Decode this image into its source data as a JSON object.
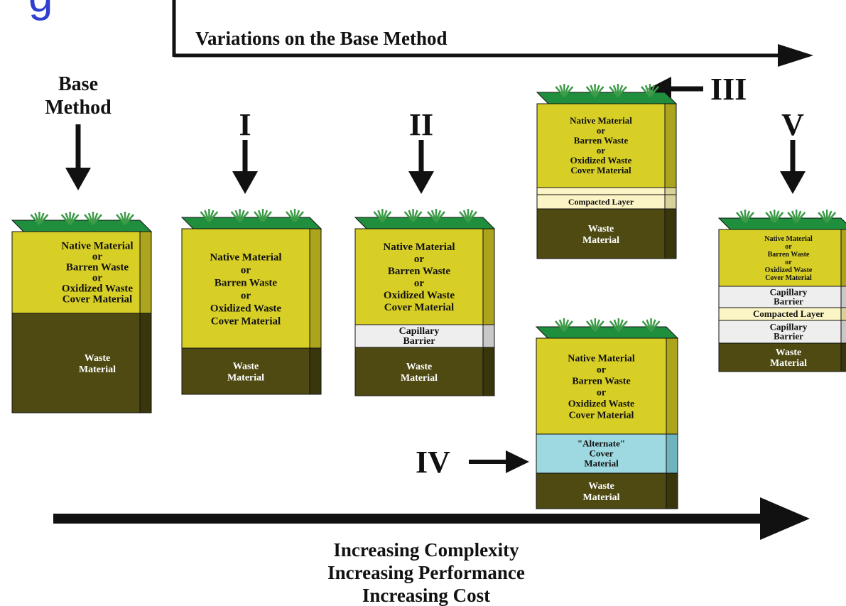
{
  "header": {
    "corner_glyph": "g",
    "variations_label": "Variations on the Base Method"
  },
  "columns": {
    "base": {
      "label_lines": [
        "Base",
        "Method"
      ],
      "layers": [
        {
          "lines": [
            "Native Material",
            "or",
            "Barren Waste",
            "or",
            "Oxidized Waste",
            "Cover Material"
          ]
        },
        {
          "lines": [
            "Waste",
            "Material"
          ]
        }
      ]
    },
    "i": {
      "label": "I",
      "layers": [
        {
          "lines": [
            "Native Material",
            "or",
            "Barren Waste",
            "or",
            "Oxidized Waste",
            "Cover Material"
          ]
        },
        {
          "lines": [
            "Waste",
            "Material"
          ]
        }
      ]
    },
    "ii": {
      "label": "II",
      "layers": [
        {
          "lines": [
            "Native Material",
            "or",
            "Barren Waste",
            "or",
            "Oxidized Waste",
            "Cover Material"
          ]
        },
        {
          "lines": [
            "Capillary",
            "Barrier"
          ]
        },
        {
          "lines": [
            "Waste",
            "Material"
          ]
        }
      ]
    },
    "iii": {
      "label": "III",
      "layers": [
        {
          "lines": [
            "Native Material",
            "or",
            "Barren Waste",
            "or",
            "Oxidized Waste",
            "Cover Material"
          ]
        },
        {
          "lines": []
        },
        {
          "lines": [
            "Compacted Layer"
          ]
        },
        {
          "lines": [
            "Waste",
            "Material"
          ]
        }
      ]
    },
    "iv": {
      "label": "IV",
      "layers": [
        {
          "lines": [
            "Native Material",
            "or",
            "Barren Waste",
            "or",
            "Oxidized Waste",
            "Cover Material"
          ]
        },
        {
          "lines": [
            "\"Alternate\"",
            "Cover",
            "Material"
          ]
        },
        {
          "lines": [
            "Waste",
            "Material"
          ]
        }
      ]
    },
    "v": {
      "label": "V",
      "layers": [
        {
          "lines": [
            "Native Material",
            "or",
            "Barren Waste",
            "or",
            "Oxidized Waste",
            "Cover Material"
          ]
        },
        {
          "lines": [
            "Capillary",
            "Barrier"
          ]
        },
        {
          "lines": [
            "Compacted Layer"
          ]
        },
        {
          "lines": [
            "Capillary",
            "Barrier"
          ]
        },
        {
          "lines": [
            "Waste",
            "Material"
          ]
        }
      ]
    }
  },
  "footer": {
    "lines": [
      "Increasing Complexity",
      "Increasing Performance",
      "Increasing Cost"
    ]
  },
  "colors": {
    "cover": "#d8cf26",
    "cover_side": "#aba41c",
    "waste": "#4e4a12",
    "waste_side": "#39360c",
    "capillary": "#eeeeee",
    "capillary_side": "#c8c8c8",
    "compacted": "#fbf4c4",
    "compacted_side": "#d9d19a",
    "alternate": "#9ed8e0",
    "alternate_side": "#6fb3bf",
    "grass_top": "#1f8f3d",
    "plant": "#3d9b48",
    "text_dark": "#111111",
    "text_light": "#ffffff",
    "accent_blue": "#2f3fd0"
  }
}
